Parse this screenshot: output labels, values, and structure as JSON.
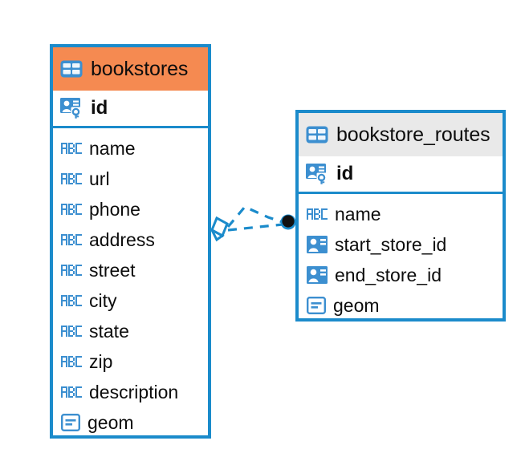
{
  "diagram": {
    "kind": "entity-relationship-diagram",
    "colors": {
      "entity_border": "#1B8BCB",
      "header_accent_orange": "#F58A51",
      "header_accent_grey": "#E9E9E9",
      "icon_blue": "#3C8FD0",
      "connector_blue": "#1B8BCB",
      "connector_endpoint_dark": "#111111",
      "text": "#0d0d0d",
      "background": "#ffffff"
    },
    "entities": [
      {
        "name": "entity-bookstores",
        "title": "bookstores",
        "header_accent": "orange",
        "table_icon": "table-icon",
        "primary_key": {
          "label": "id",
          "icon": "primary-key-icon"
        },
        "fields": [
          {
            "label": "name",
            "icon": "abc-text-icon"
          },
          {
            "label": "url",
            "icon": "abc-text-icon"
          },
          {
            "label": "phone",
            "icon": "abc-text-icon"
          },
          {
            "label": "address",
            "icon": "abc-text-icon"
          },
          {
            "label": "street",
            "icon": "abc-text-icon"
          },
          {
            "label": "city",
            "icon": "abc-text-icon"
          },
          {
            "label": "state",
            "icon": "abc-text-icon"
          },
          {
            "label": "zip",
            "icon": "abc-text-icon"
          },
          {
            "label": "description",
            "icon": "abc-text-icon"
          },
          {
            "label": "geom",
            "icon": "geometry-icon"
          }
        ]
      },
      {
        "name": "entity-bookstore-routes",
        "title": "bookstore_routes",
        "header_accent": "grey",
        "table_icon": "table-icon",
        "primary_key": {
          "label": "id",
          "icon": "primary-key-icon"
        },
        "fields": [
          {
            "label": "name",
            "icon": "abc-text-icon"
          },
          {
            "label": "start_store_id",
            "icon": "foreign-key-icon"
          },
          {
            "label": "end_store_id",
            "icon": "foreign-key-icon"
          },
          {
            "label": "geom",
            "icon": "geometry-icon"
          }
        ]
      }
    ],
    "relationship": {
      "name": "relationship-connector",
      "source_endpoint": "diamond-marker",
      "target_endpoint": "filled-circle-marker",
      "line_style": "dashed",
      "branches": 2
    }
  }
}
